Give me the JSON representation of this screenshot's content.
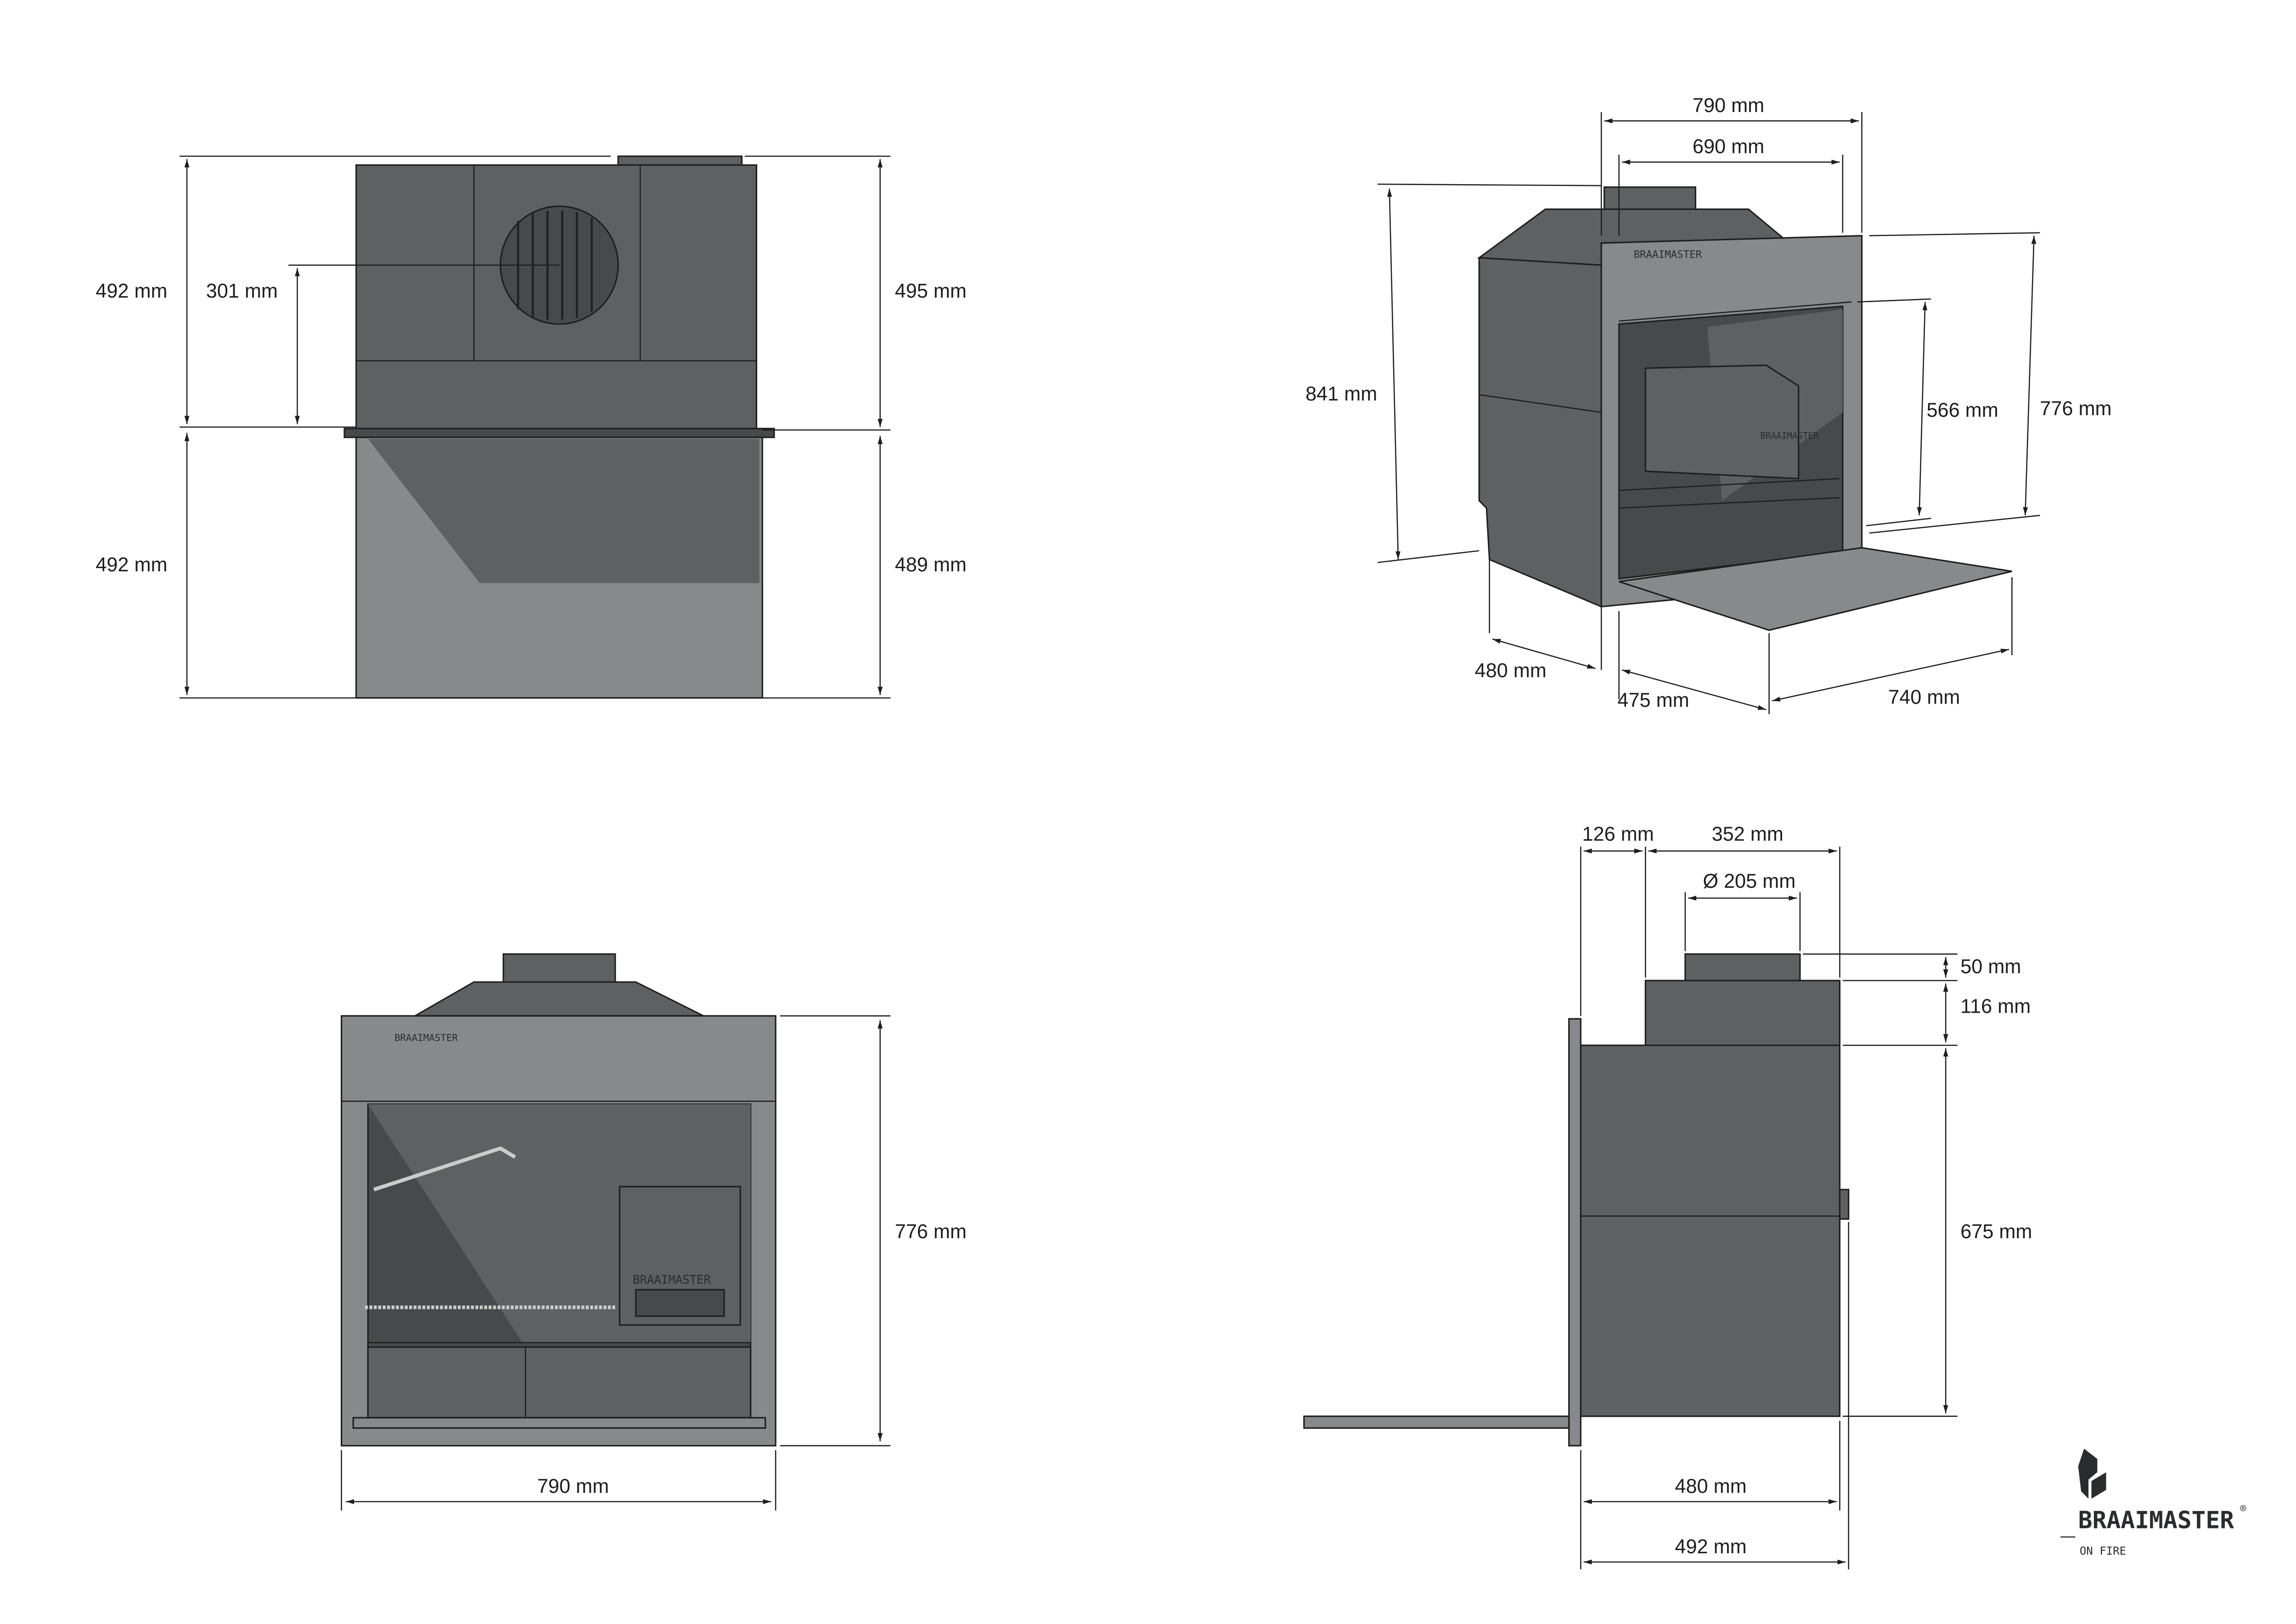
{
  "brand": {
    "name": "BRAAIMASTER",
    "registered": "®",
    "tagline": "ON FIRE",
    "panel_text": "BRAAIMASTER"
  },
  "colors": {
    "body_dark": "#5f6064",
    "body_light": "#88898c",
    "body_shadow": "#48494c",
    "line": "#1e1e1e"
  },
  "views": {
    "top_view": {
      "dims": [
        "492 mm",
        "301 mm",
        "495 mm",
        "492 mm",
        "489 mm"
      ]
    },
    "perspective_view": {
      "dims": [
        "790 mm",
        "690 mm",
        "841 mm",
        "566 mm",
        "776 mm",
        "480 mm",
        "475 mm",
        "740 mm"
      ]
    },
    "front_view": {
      "dims": [
        "776 mm",
        "790 mm"
      ]
    },
    "side_view": {
      "dims": [
        "126 mm",
        "352 mm",
        "Ø 205 mm",
        "50 mm",
        "116 mm",
        "675 mm",
        "480 mm",
        "492 mm"
      ]
    }
  }
}
